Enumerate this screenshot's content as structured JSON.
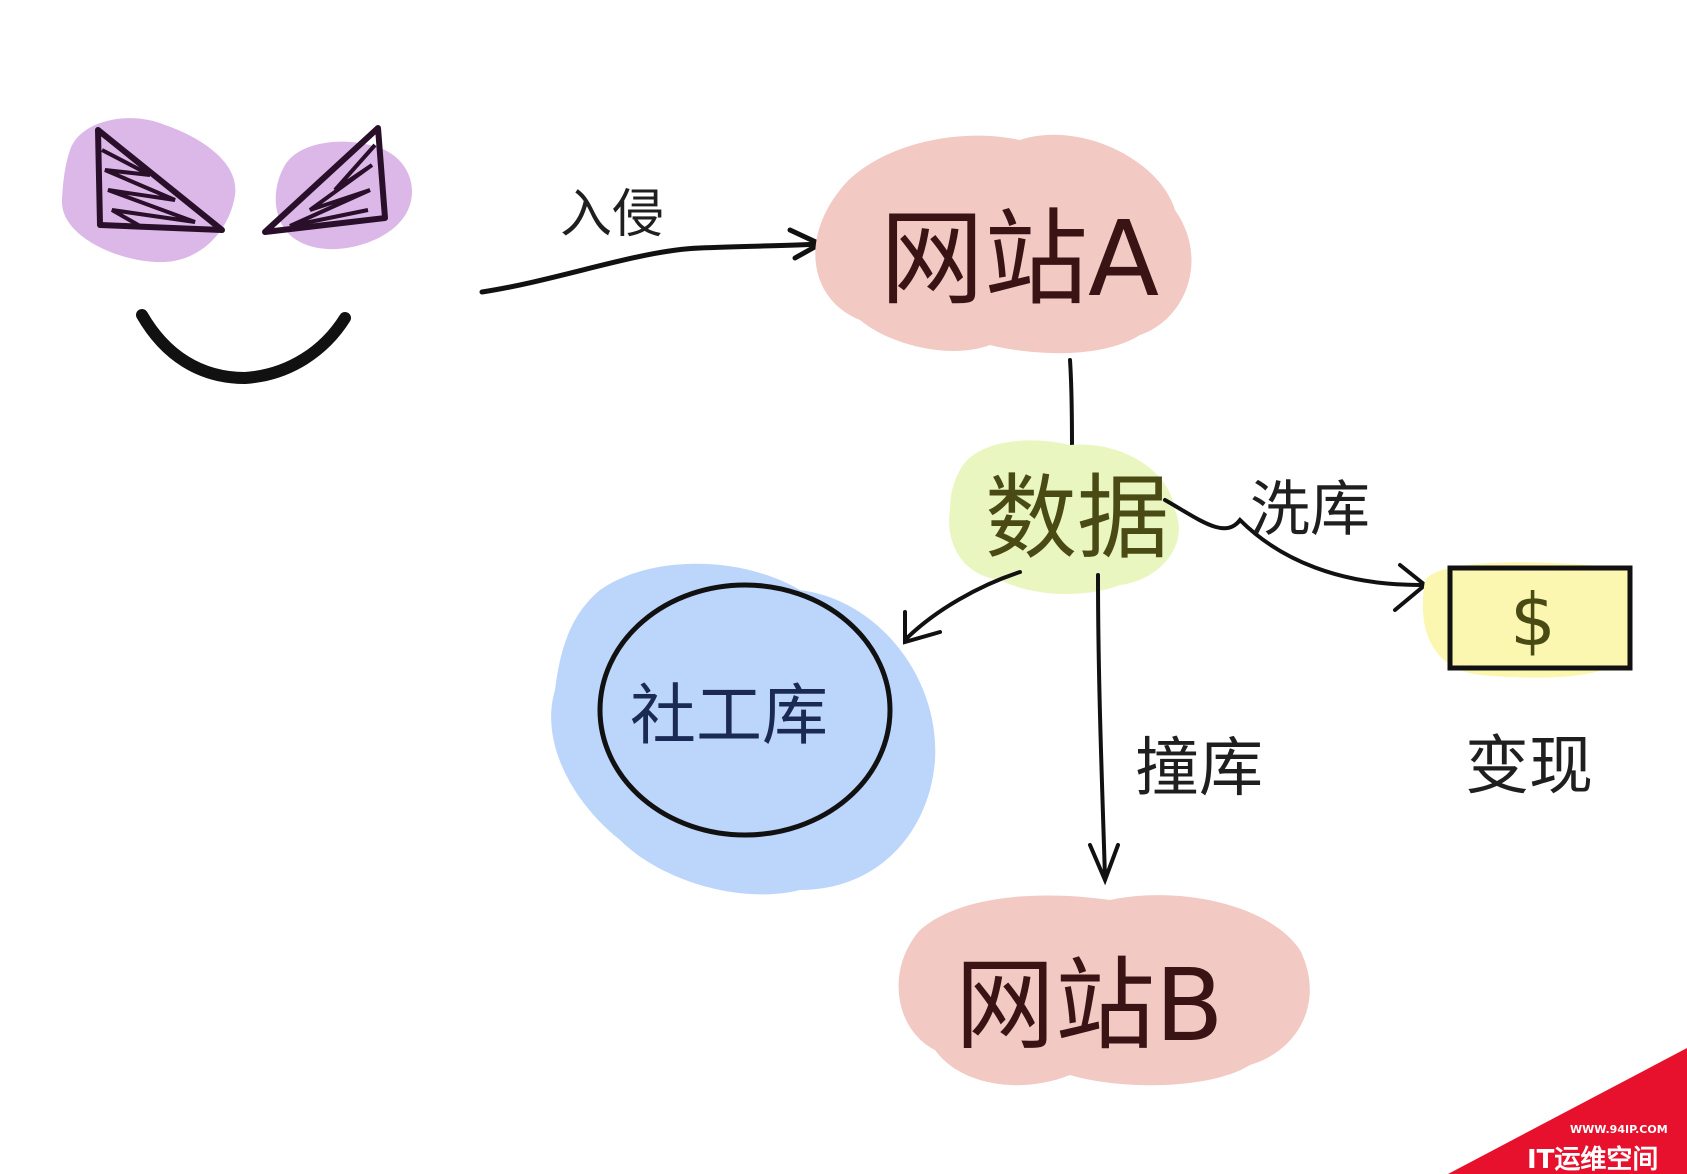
{
  "nodes": {
    "site_a": "网站A",
    "data": "数据",
    "social_db": "社工库",
    "site_b": "网站B",
    "money_symbol": "$",
    "cash_out": "变现"
  },
  "edges": {
    "intrude": "入侵",
    "wash": "洗库",
    "stuff": "撞库"
  },
  "watermark": {
    "url": "WWW.94IP.COM",
    "name": "IT运维空间"
  },
  "colors": {
    "site_blob": "#f2c9c3",
    "data_blob": "#eaf6c0",
    "social_blob": "#bcd5fb",
    "money_fill": "#fbf7b0",
    "eye_blob": "#dcb8e8",
    "watermark": "#e8112d"
  }
}
